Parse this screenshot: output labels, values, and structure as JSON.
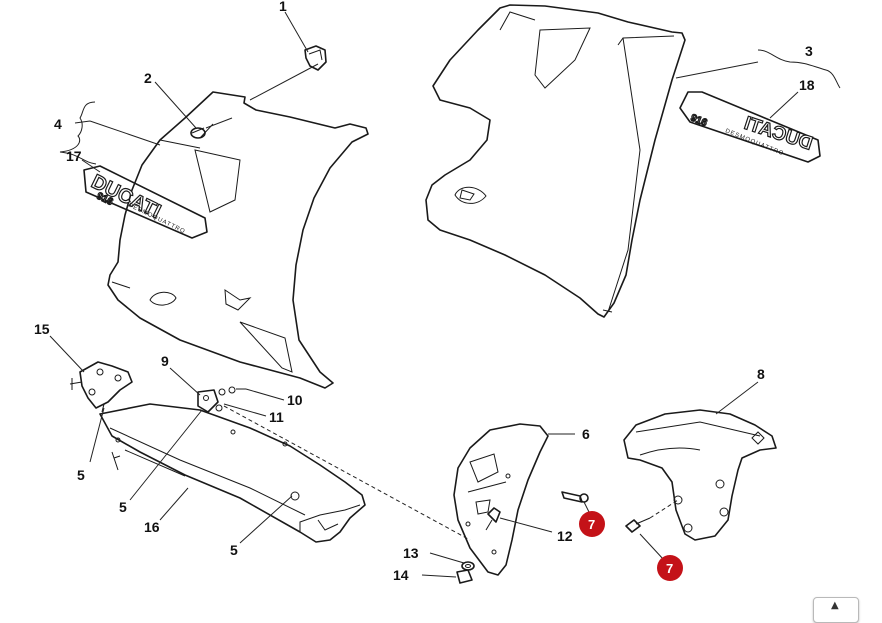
{
  "diagram": {
    "callouts": {
      "c1": "1",
      "c2": "2",
      "c3": "3",
      "c4": "4",
      "c5a": "5",
      "c5b": "5",
      "c5c": "5",
      "c6": "6",
      "c8": "8",
      "c9": "9",
      "c10": "10",
      "c11": "11",
      "c12": "12",
      "c13": "13",
      "c14": "14",
      "c15": "15",
      "c16": "16",
      "c17": "17",
      "c18": "18"
    },
    "hotspots": {
      "h7a": "7",
      "h7b": "7"
    },
    "decals": {
      "left_logo": "DUCATI",
      "left_logo_model": "916",
      "left_logo_small": "DESMOQUATTRO",
      "right_logo": "DUCATI",
      "right_logo_model": "916",
      "right_logo_small": "DESMOQUATTRO"
    }
  },
  "controls": {
    "zoom_icon": "chevron-up-icon",
    "hotspot_color": "#c41218"
  }
}
